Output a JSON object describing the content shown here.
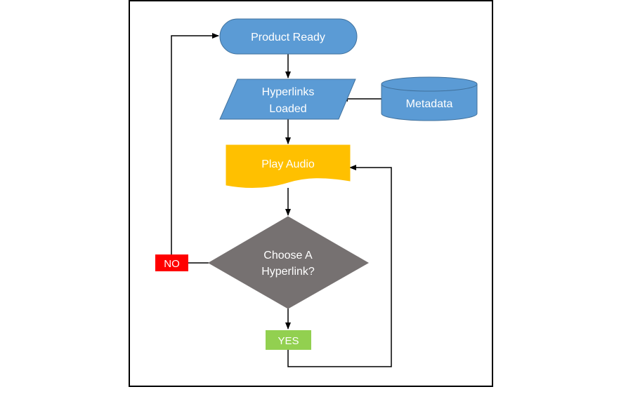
{
  "flowchart": {
    "nodes": {
      "start": {
        "label": "Product Ready",
        "color": "#5b9bd5"
      },
      "hyperlinks": {
        "line1": "Hyperlinks",
        "line2": "Loaded",
        "color": "#5b9bd5"
      },
      "metadata": {
        "label": "Metadata",
        "color": "#5b9bd5"
      },
      "audio": {
        "label": "Play Audio",
        "color": "#ffc000"
      },
      "decision": {
        "line1": "Choose A",
        "line2": "Hyperlink?",
        "color": "#767171"
      }
    },
    "tags": {
      "no": {
        "label": "NO",
        "color": "#ff0000"
      },
      "yes": {
        "label": "YES",
        "color": "#92d050"
      }
    },
    "colors": {
      "line": "#000000",
      "frame": "#000000"
    }
  }
}
